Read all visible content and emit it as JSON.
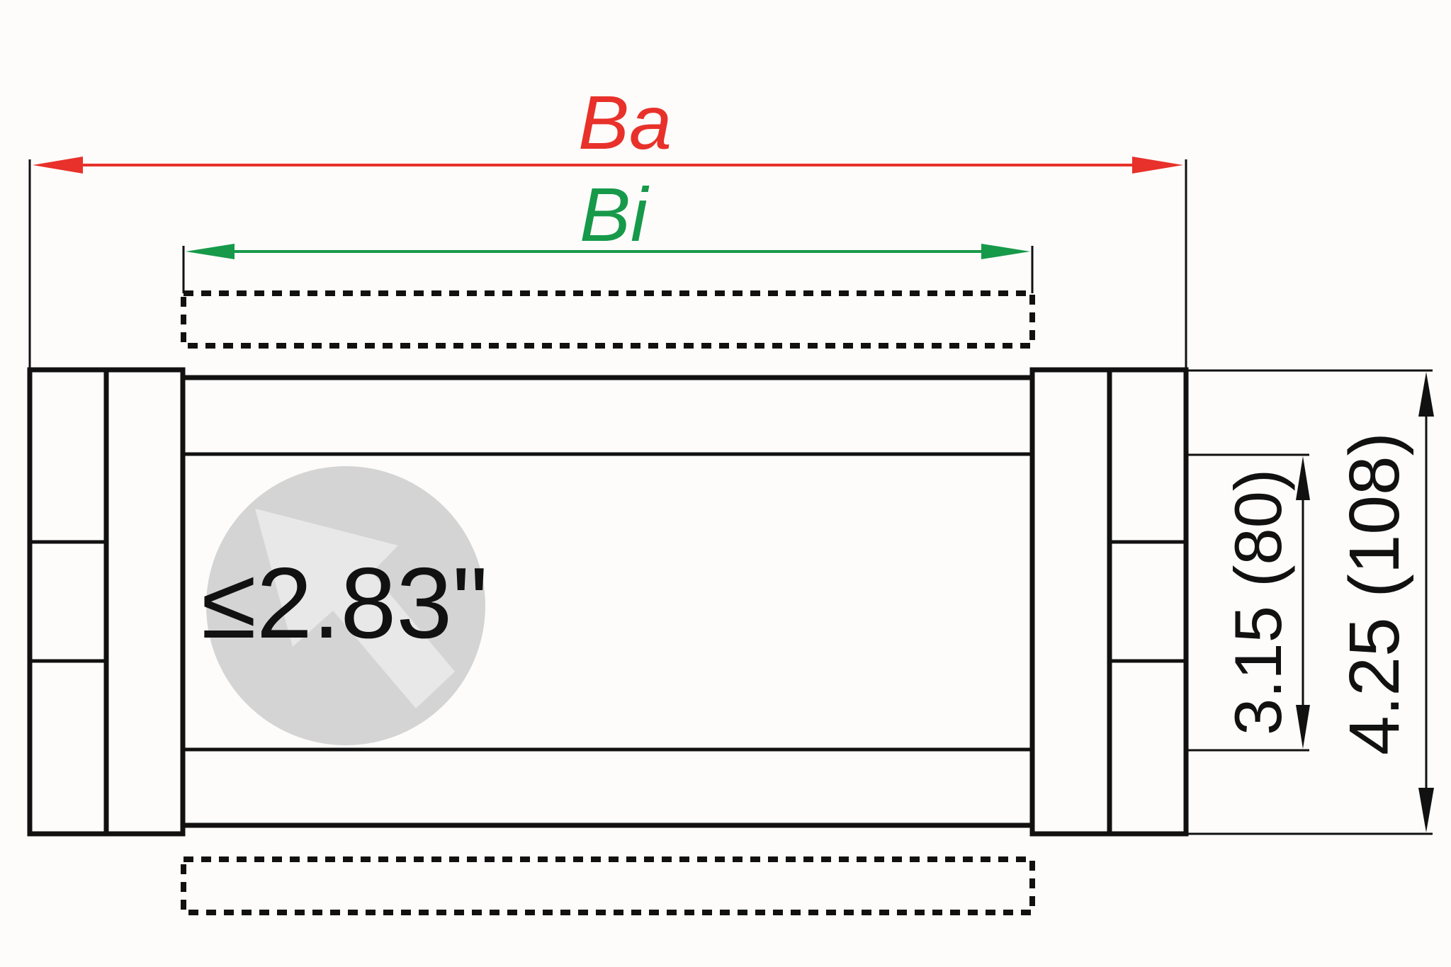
{
  "diagram": {
    "type": "cable-carrier-cross-section",
    "labels": {
      "outer_width": "Ba",
      "inner_width": "Bi",
      "max_cable_diameter": "≤2.83\"",
      "inner_height": "3.15 (80)",
      "outer_height": "4.25 (108)"
    },
    "colors": {
      "outer_width_dimension": "#e8312a",
      "inner_width_dimension": "#17994a",
      "cable_circle": "#d4d4d4",
      "cable_arrow": "#e8e8e8",
      "lines": "#111111",
      "background": "#fdfcfb"
    },
    "dimensions": {
      "inner_height_in": 3.15,
      "inner_height_mm": 80,
      "outer_height_in": 4.25,
      "outer_height_mm": 108,
      "max_cable_diameter_in": 2.83
    }
  }
}
